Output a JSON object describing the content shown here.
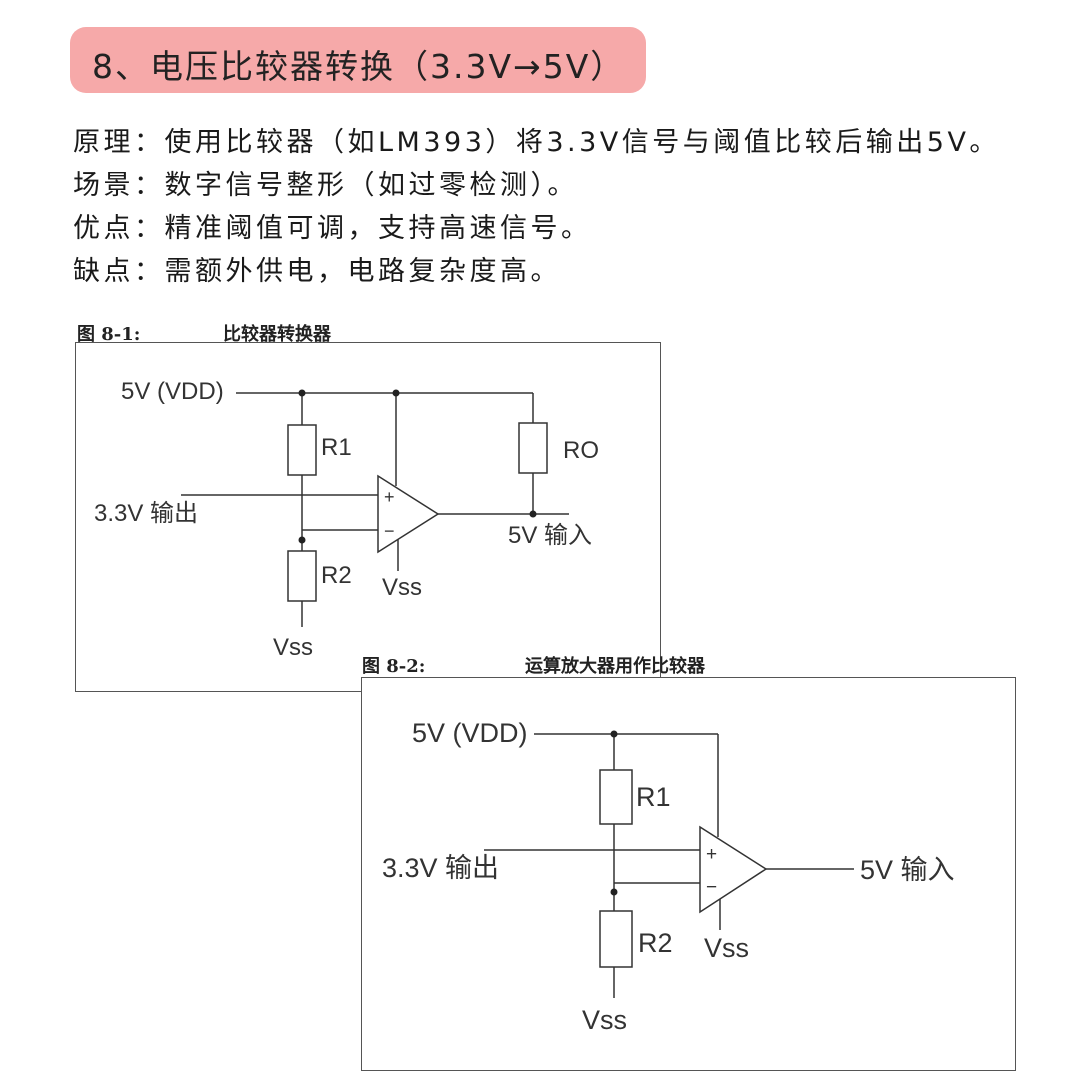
{
  "title": "8、电压比较器转换（3.3V→5V）",
  "lines": {
    "principle": "原理：使用比较器（如LM393）将3.3V信号与阈值比较后输出5V。",
    "scenario": "场景：数字信号整形（如过零检测）。",
    "pros": "优点：精准阈值可调，支持高速信号。",
    "cons": "缺点：需额外供电，电路复杂度高。"
  },
  "fig1": {
    "label": "图 8-1:",
    "title": "比较器转换器",
    "vdd": "5V (VDD)",
    "r1": "R1",
    "r2": "R2",
    "ro": "RO",
    "input": "3.3V 输出",
    "output": "5V 输入",
    "vss_opamp": "Vss",
    "vss_bottom": "Vss",
    "plus": "+",
    "minus": "−"
  },
  "fig2": {
    "label": "图 8-2:",
    "title": "运算放大器用作比较器",
    "vdd": "5V (VDD)",
    "r1": "R1",
    "r2": "R2",
    "input": "3.3V 输出",
    "output": "5V 输入",
    "vss_opamp": "Vss",
    "vss_bottom": "Vss",
    "plus": "+",
    "minus": "−"
  }
}
